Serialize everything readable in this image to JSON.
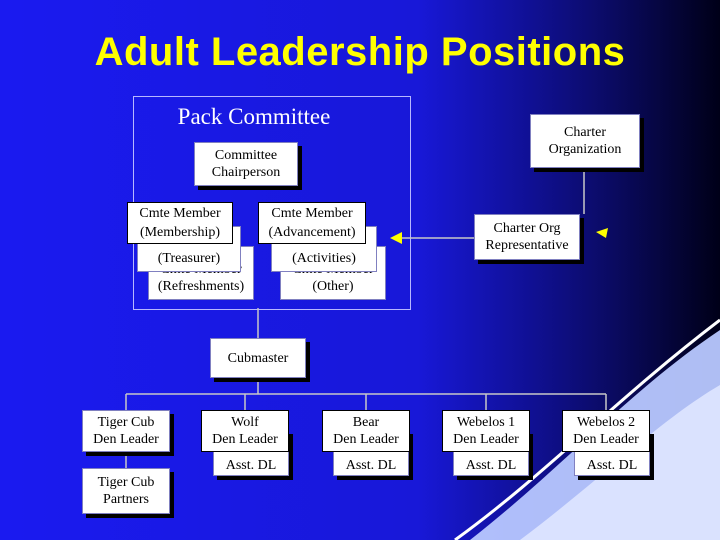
{
  "title": "Adult Leadership Positions",
  "pack_committee": {
    "label": "Pack Committee",
    "chairperson": "Committee\nChairperson",
    "members": [
      {
        "text": "Cmte Member\n(Membership)"
      },
      {
        "text": "Cmte Member\n(Advancement)"
      },
      {
        "text": "Cmte Member\n(Treasurer)"
      },
      {
        "text": "Cmte Member\n(Activities)"
      },
      {
        "text": "Cmte Member\n(Refreshments)"
      },
      {
        "text": "Cmte Member\n(Other)"
      }
    ]
  },
  "charter": {
    "organization": "Charter\nOrganization",
    "representative": "Charter Org\nRepresentative"
  },
  "cubmaster": "Cubmaster",
  "dens": {
    "tiger": {
      "leader": "Tiger Cub\nDen Leader",
      "partners": "Tiger Cub\nPartners"
    },
    "wolf": {
      "leader": "Wolf\nDen Leader",
      "asst": "Asst. DL"
    },
    "bear": {
      "leader": "Bear\nDen Leader",
      "asst": "Asst. DL"
    },
    "webelos1": {
      "leader": "Webelos 1\nDen Leader",
      "asst": "Asst. DL"
    },
    "webelos2": {
      "leader": "Webelos 2\nDen Leader",
      "asst": "Asst. DL"
    }
  },
  "colors": {
    "background": "#1a1af0",
    "title": "#ffff00",
    "swoosh": "#b8c8ff",
    "box": "#ffffff"
  }
}
